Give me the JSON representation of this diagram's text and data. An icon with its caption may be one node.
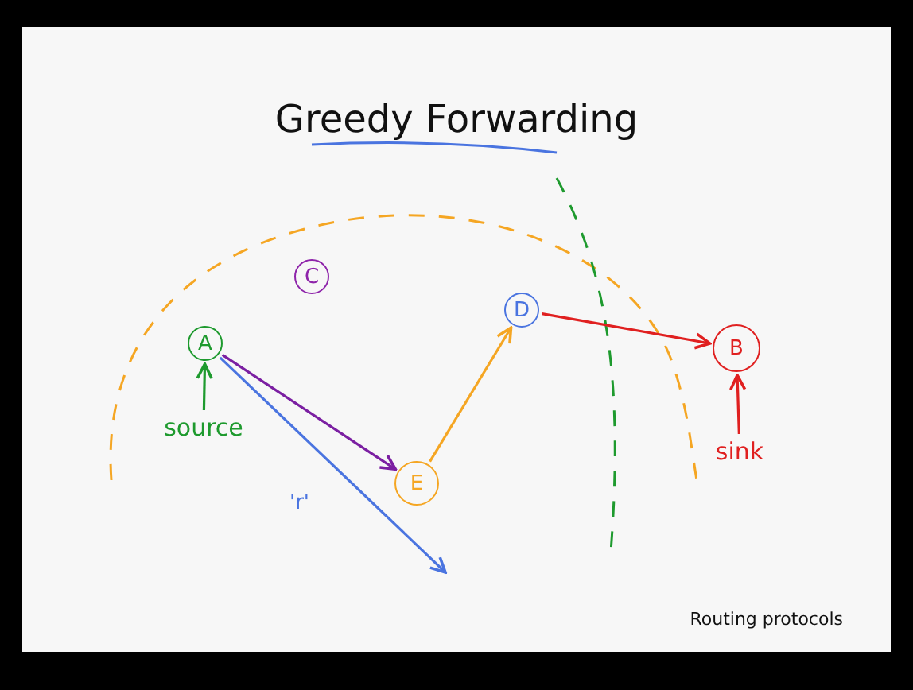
{
  "diagram": {
    "title": "Greedy Forwarding",
    "nodes": [
      {
        "text": [
          "A"
        ]
      },
      {
        "text": [
          "C"
        ]
      },
      {
        "text": [
          "D"
        ]
      },
      {
        "text": [
          "B"
        ]
      },
      {
        "text": [
          "E"
        ]
      },
      {
        "text": [
          "source"
        ]
      },
      {
        "text": [
          "sink"
        ]
      }
    ],
    "edges": [
      {
        "from": 0,
        "to": 4,
        "arrow": "to",
        "color": "#7b1fa2"
      },
      {
        "from": 4,
        "to": 2,
        "arrow": "to",
        "color": "#f5a623"
      },
      {
        "from": 2,
        "to": 3,
        "arrow": "to",
        "color": "#e02020"
      },
      {
        "from": 5,
        "to": 0,
        "arrow": "to",
        "color": "#1e9a2e"
      },
      {
        "from": 6,
        "to": 3,
        "arrow": "to",
        "color": "#e02020"
      },
      {
        "from": 0,
        "to": null,
        "arrow": "to",
        "label": "'r'",
        "color": "#4a74e0"
      }
    ],
    "labels": [
      "Routing protocols"
    ]
  }
}
